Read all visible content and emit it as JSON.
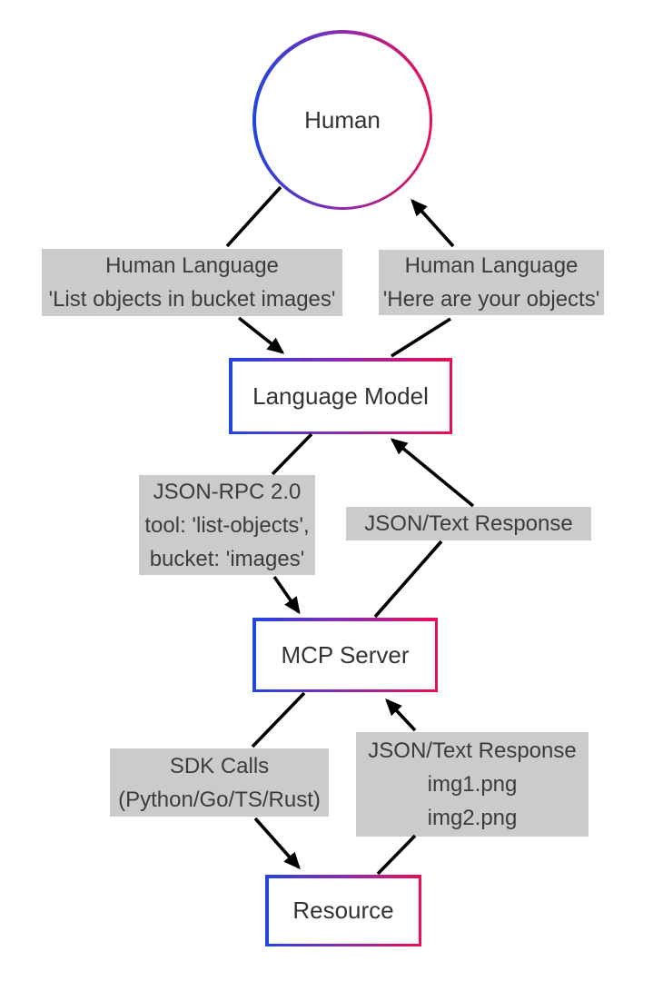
{
  "diagram": {
    "nodes": {
      "human": {
        "label": "Human"
      },
      "language_model": {
        "label": "Language Model"
      },
      "mcp_server": {
        "label": "MCP Server"
      },
      "resource": {
        "label": "Resource"
      }
    },
    "edge_labels": {
      "human_request": {
        "lines": [
          "Human Language",
          "'List objects in bucket images'"
        ]
      },
      "human_response": {
        "lines": [
          "Human Language",
          "'Here are your objects'"
        ]
      },
      "jsonrpc_request": {
        "lines": [
          "JSON-RPC 2.0",
          "tool: 'list-objects',",
          "bucket: 'images'"
        ]
      },
      "json_response": {
        "lines": [
          "JSON/Text Response"
        ]
      },
      "sdk_calls": {
        "lines": [
          "SDK Calls",
          "(Python/Go/TS/Rust)"
        ]
      },
      "json_response_files": {
        "lines": [
          "JSON/Text Response",
          "img1.png",
          "img2.png"
        ]
      }
    },
    "colors": {
      "node_border_gradient_start": "#2145e0",
      "node_border_gradient_mid": "#8c2bb0",
      "node_border_gradient_end": "#e90f55",
      "edge_label_background": "#cbcbcb",
      "edge_label_text": "#3c3c3c",
      "node_text": "#333333",
      "arrow": "#000000",
      "background": "#ffffff"
    }
  }
}
